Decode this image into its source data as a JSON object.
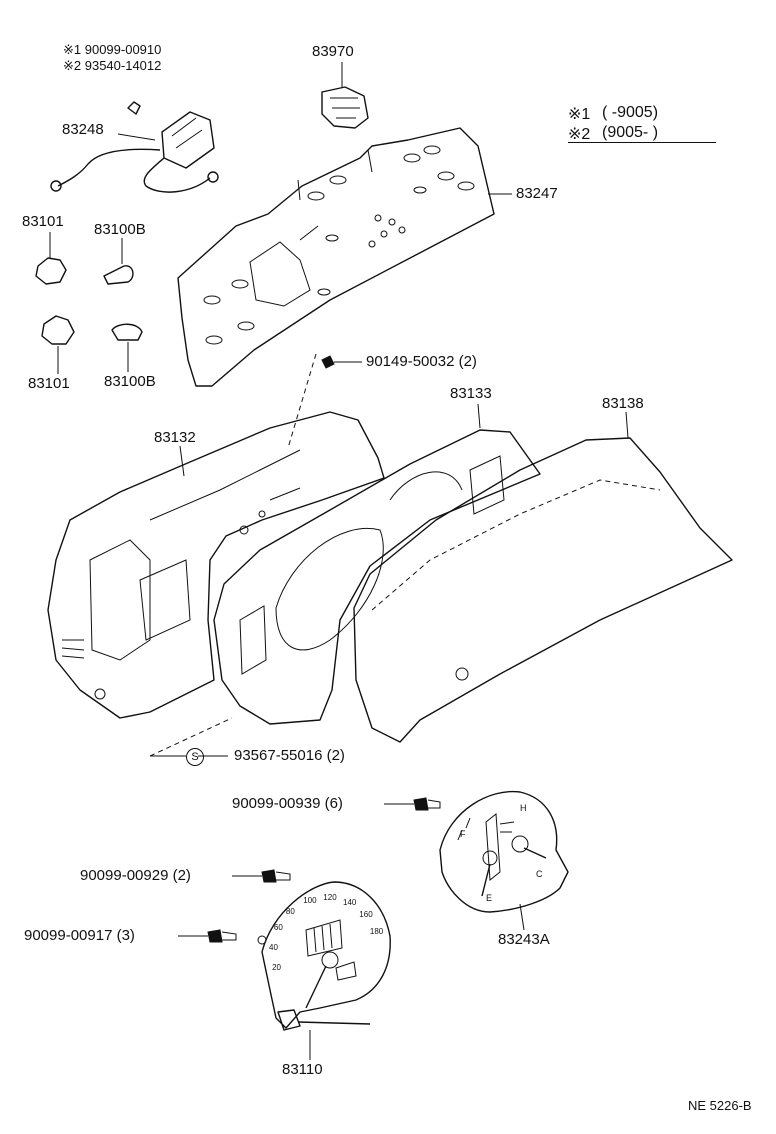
{
  "notes": {
    "line1": "※1 90099-00910",
    "line2": "※2 93540-14012"
  },
  "legend": {
    "row1_key": "※1",
    "row1_range": "(        -9005)",
    "row2_key": "※2",
    "row2_range": "(9005-        )"
  },
  "parts": {
    "p83970": "83970",
    "p83248": "83248",
    "p83247": "83247",
    "p83101_a": "83101",
    "p83100b_a": "83100B",
    "p83101_b": "83101",
    "p83100b_b": "83100B",
    "p90149": "90149-50032 (2)",
    "p83133": "83133",
    "p83138": "83138",
    "p83132": "83132",
    "p93567": "93567-55016 (2)",
    "p90099_939": "90099-00939 (6)",
    "p90099_929": "90099-00929 (2)",
    "p90099_917": "90099-00917 (3)",
    "p83243a": "83243A",
    "p83110": "83110",
    "circle_s": "S"
  },
  "footer": {
    "code": "NE 5226-B"
  },
  "gauges": {
    "speed_ticks": [
      "20",
      "40",
      "60",
      "80",
      "100",
      "120",
      "140",
      "160",
      "180"
    ],
    "fuel_f": "F",
    "fuel_e": "E",
    "temp_h": "H",
    "temp_c": "C"
  }
}
